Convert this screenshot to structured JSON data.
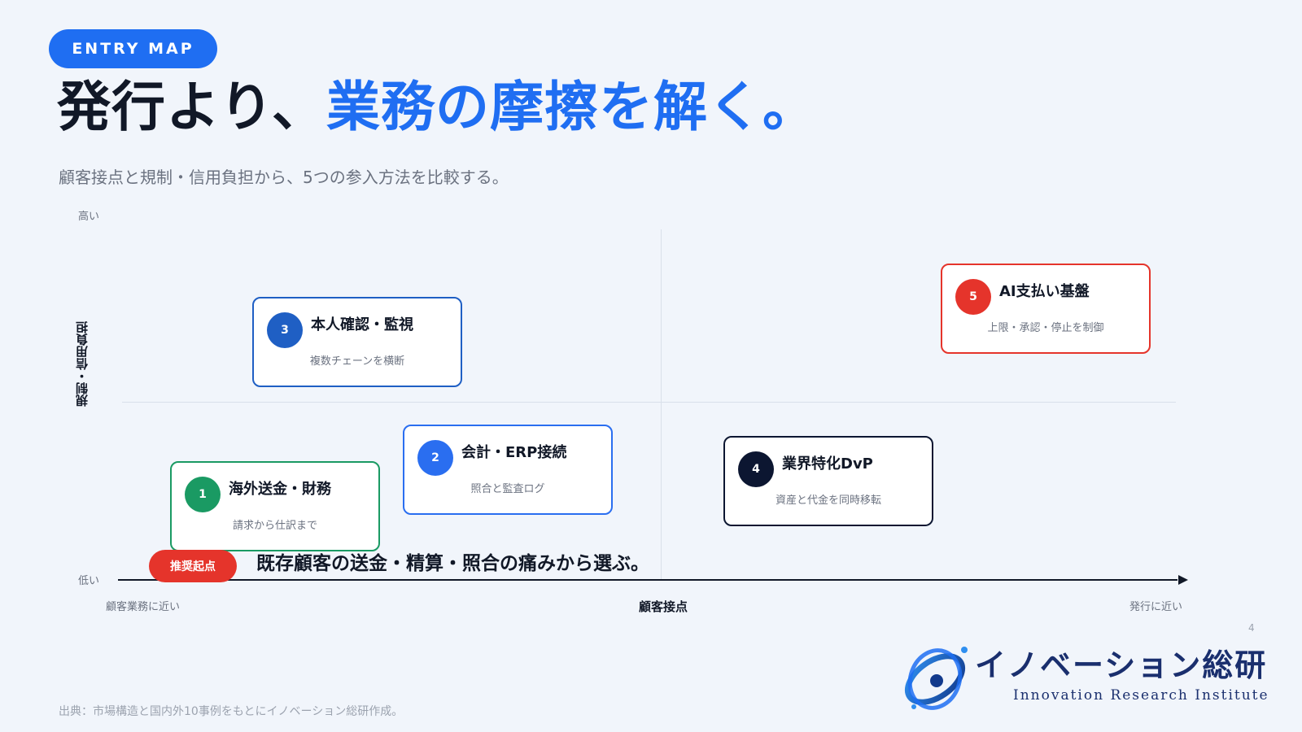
{
  "header": {
    "badge": "ENTRY MAP",
    "title_dark": "発行より、",
    "title_accent": "業務の摩擦を解く。",
    "subtitle": "顧客接点と規制・信用負担から、5つの参入方法を比較する。"
  },
  "chart": {
    "y_axis_label": "規制・信用負担",
    "y_high": "高い",
    "y_low": "低い",
    "x_axis_label": "顧客接点",
    "x_left": "顧客業務に近い",
    "x_right": "発行に近い"
  },
  "cards": [
    {
      "num": "1",
      "name": "海外送金・財務",
      "desc": "請求から仕訳まで",
      "color": "#1a9a63"
    },
    {
      "num": "2",
      "name": "会計・ERP接続",
      "desc": "照合と監査ログ",
      "color": "#2a6ef0"
    },
    {
      "num": "3",
      "name": "本人確認・監視",
      "desc": "複数チェーンを横断",
      "color": "#1f5fc4"
    },
    {
      "num": "4",
      "name": "業界特化DvP",
      "desc": "資産と代金を同時移転",
      "color": "#0c1631"
    },
    {
      "num": "5",
      "name": "AI支払い基盤",
      "desc": "上限・承認・停止を制御",
      "color": "#e5342b"
    }
  ],
  "recommendation": {
    "pill": "推奨起点",
    "text": "既存顧客の送金・精算・照合の痛みから選ぶ。"
  },
  "footer": {
    "page_number": "4",
    "source": "出典：市場構造と国内外10事例をもとにイノベーション総研作成。",
    "logo_title": "イノベーション総研",
    "logo_subtitle": "Innovation Research Institute"
  }
}
